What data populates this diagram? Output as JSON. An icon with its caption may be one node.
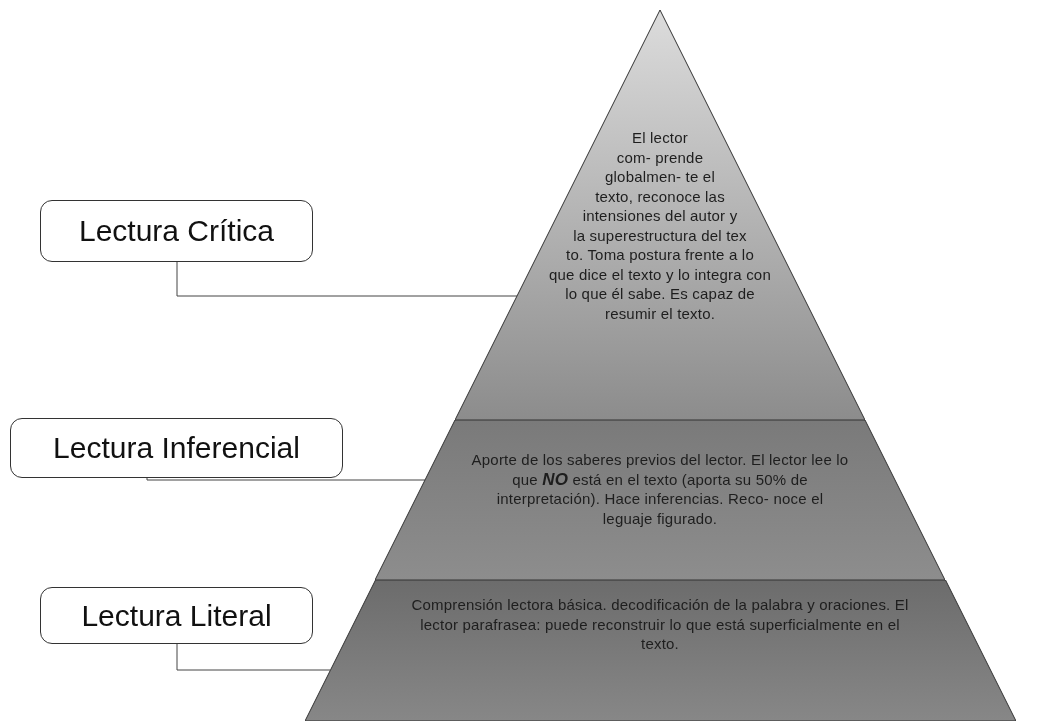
{
  "diagram": {
    "nodes": [
      {
        "text": [
          "El lector com- prende globalmen- te el texto, reconoce las intensiones del autor y la superestructura del tex to. Toma postura frente a lo que dice el texto y lo integra con lo que él sabe. Es capaz de resumir el texto."
        ]
      },
      {
        "text": [
          "Aporte de los saberes previos del lector. El lector lee lo que **NO** está en el texto (aporta su 50% de interpretación). Hace inferencias. Reco- noce el leguaje figurado."
        ]
      },
      {
        "text": [
          "Comprensión lectora básica. decodificación de la palabra y oraciones. El lector parafrasea: puede reconstruir lo que está superficialmente en el texto."
        ]
      },
      {
        "text": [
          "Lectura Crítica"
        ]
      },
      {
        "text": [
          "Lectura Inferencial"
        ]
      },
      {
        "text": [
          "Lectura Literal"
        ]
      }
    ],
    "edges": [
      {
        "from": 3,
        "to": 0,
        "arrow": "none"
      },
      {
        "from": 4,
        "to": 1,
        "arrow": "none"
      },
      {
        "from": 5,
        "to": 2,
        "arrow": "none"
      }
    ]
  }
}
